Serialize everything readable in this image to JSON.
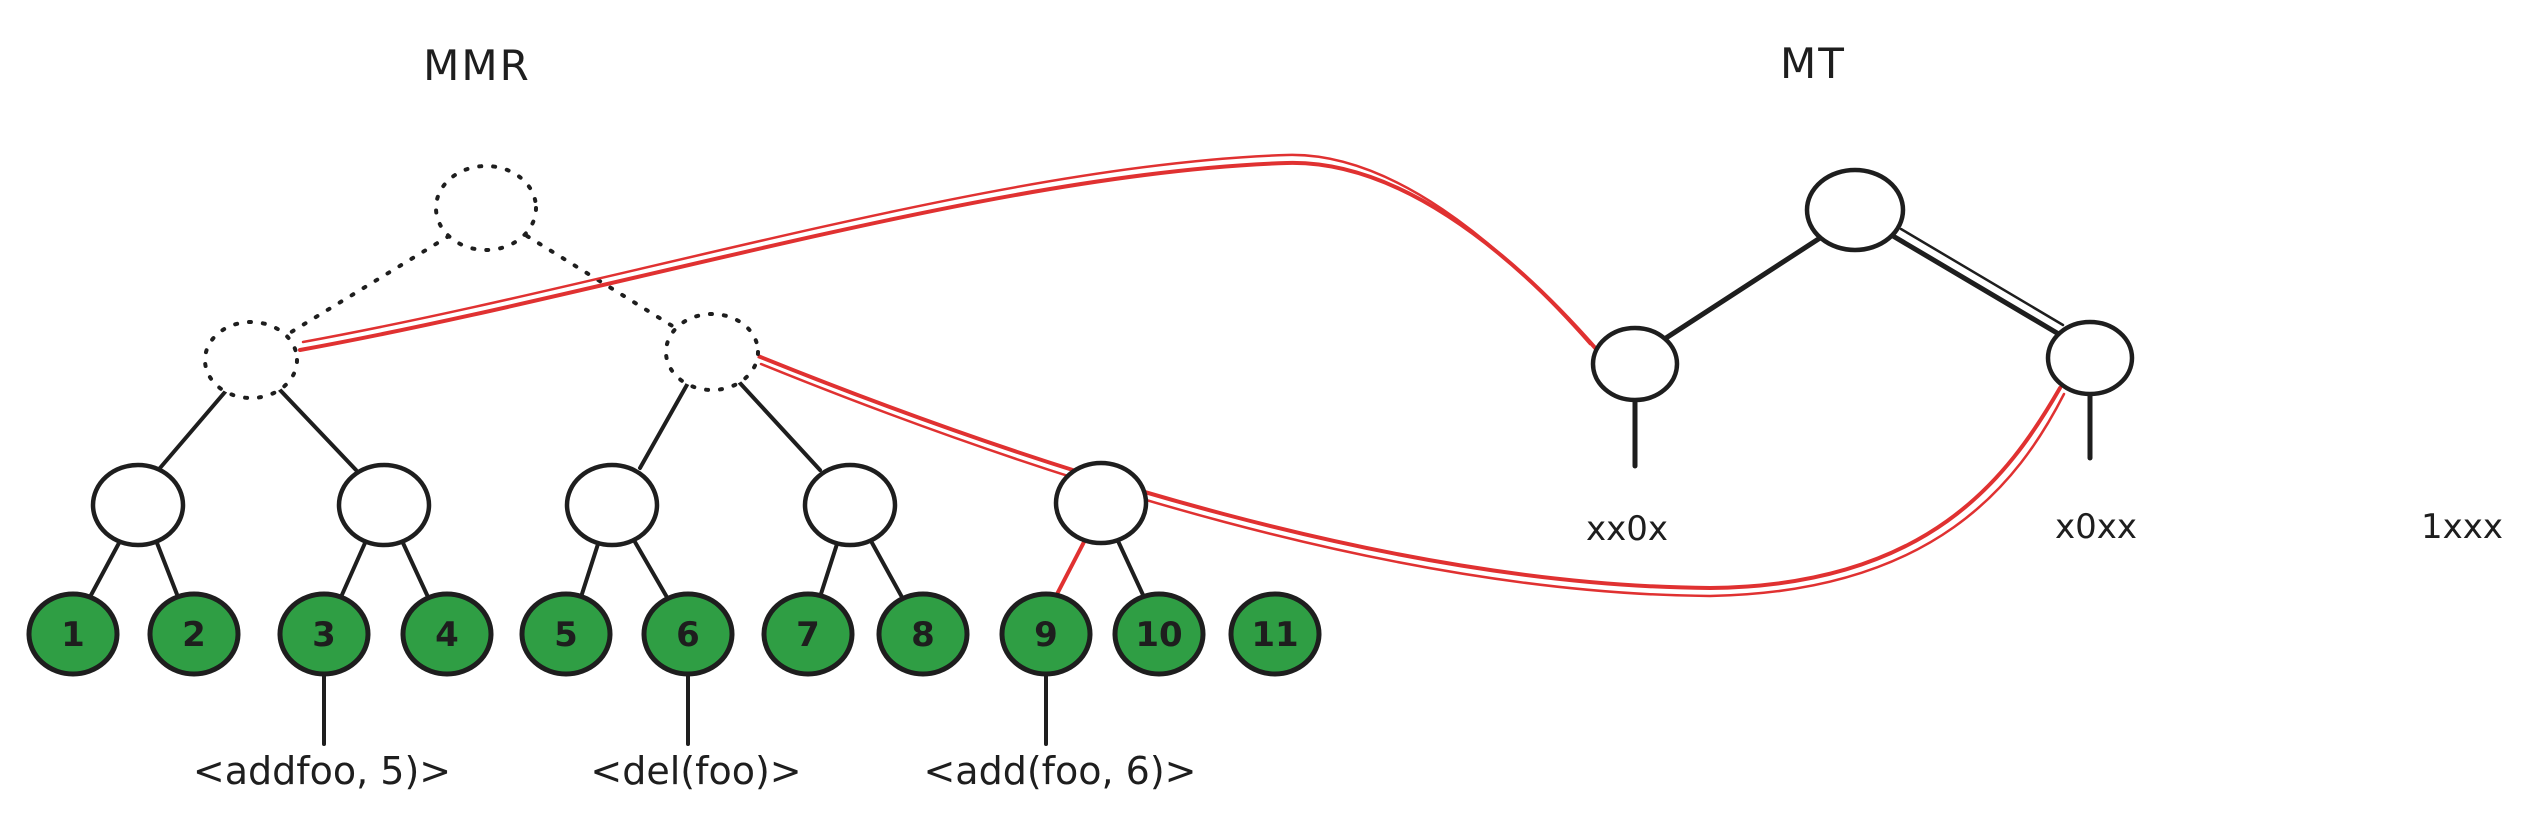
{
  "titles": {
    "mmr": "MMR",
    "mt": "MT"
  },
  "mmr": {
    "leaves": [
      "1",
      "2",
      "3",
      "4",
      "5",
      "6",
      "7",
      "8",
      "9",
      "10",
      "11"
    ],
    "operations": [
      "<addfoo, 5)>",
      "<del(foo)>",
      "<add(foo, 6)>"
    ]
  },
  "mt": {
    "leaf_labels": [
      "xx0x",
      "x0xx"
    ],
    "extra_label": "1xxx"
  },
  "colors": {
    "leaf_fill": "#2f9e44",
    "highlight_red": "#e03131",
    "ink": "#1e1e1e"
  }
}
